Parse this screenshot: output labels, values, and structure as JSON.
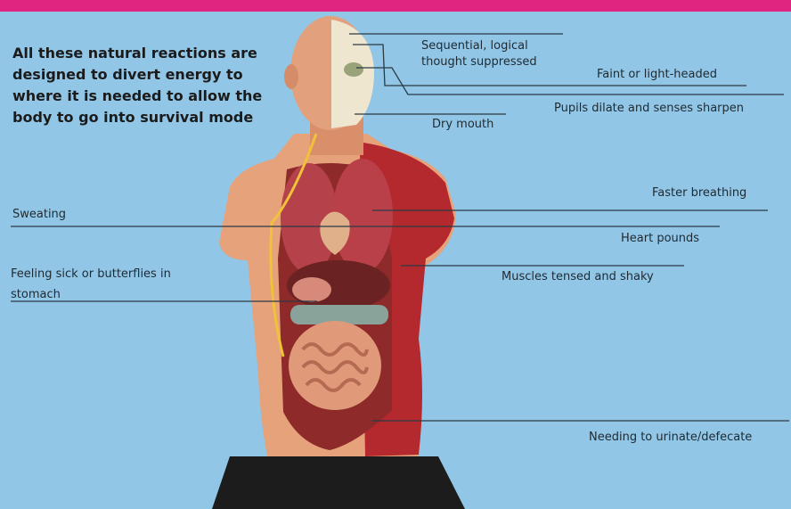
{
  "intro": {
    "text": "All these natural reactions are designed to divert energy to where it is needed to allow the body to go into survival mode"
  },
  "labels": {
    "sequential": "Sequential, logical thought suppressed",
    "faint": "Faint or light-headed",
    "pupils": "Pupils dilate and senses sharpen",
    "dry_mouth": "Dry mouth",
    "faster_breathing": "Faster breathing",
    "sweating": "Sweating",
    "heart": "Heart pounds",
    "feeling_sick": "Feeling sick or butterflies in stomach",
    "muscles": "Muscles tensed and shaky",
    "urinate": "Needing to urinate/defecate"
  },
  "colors": {
    "background": "#92c6e6",
    "top_bar": "#e0257f",
    "leader_line": "#2a3a44"
  }
}
